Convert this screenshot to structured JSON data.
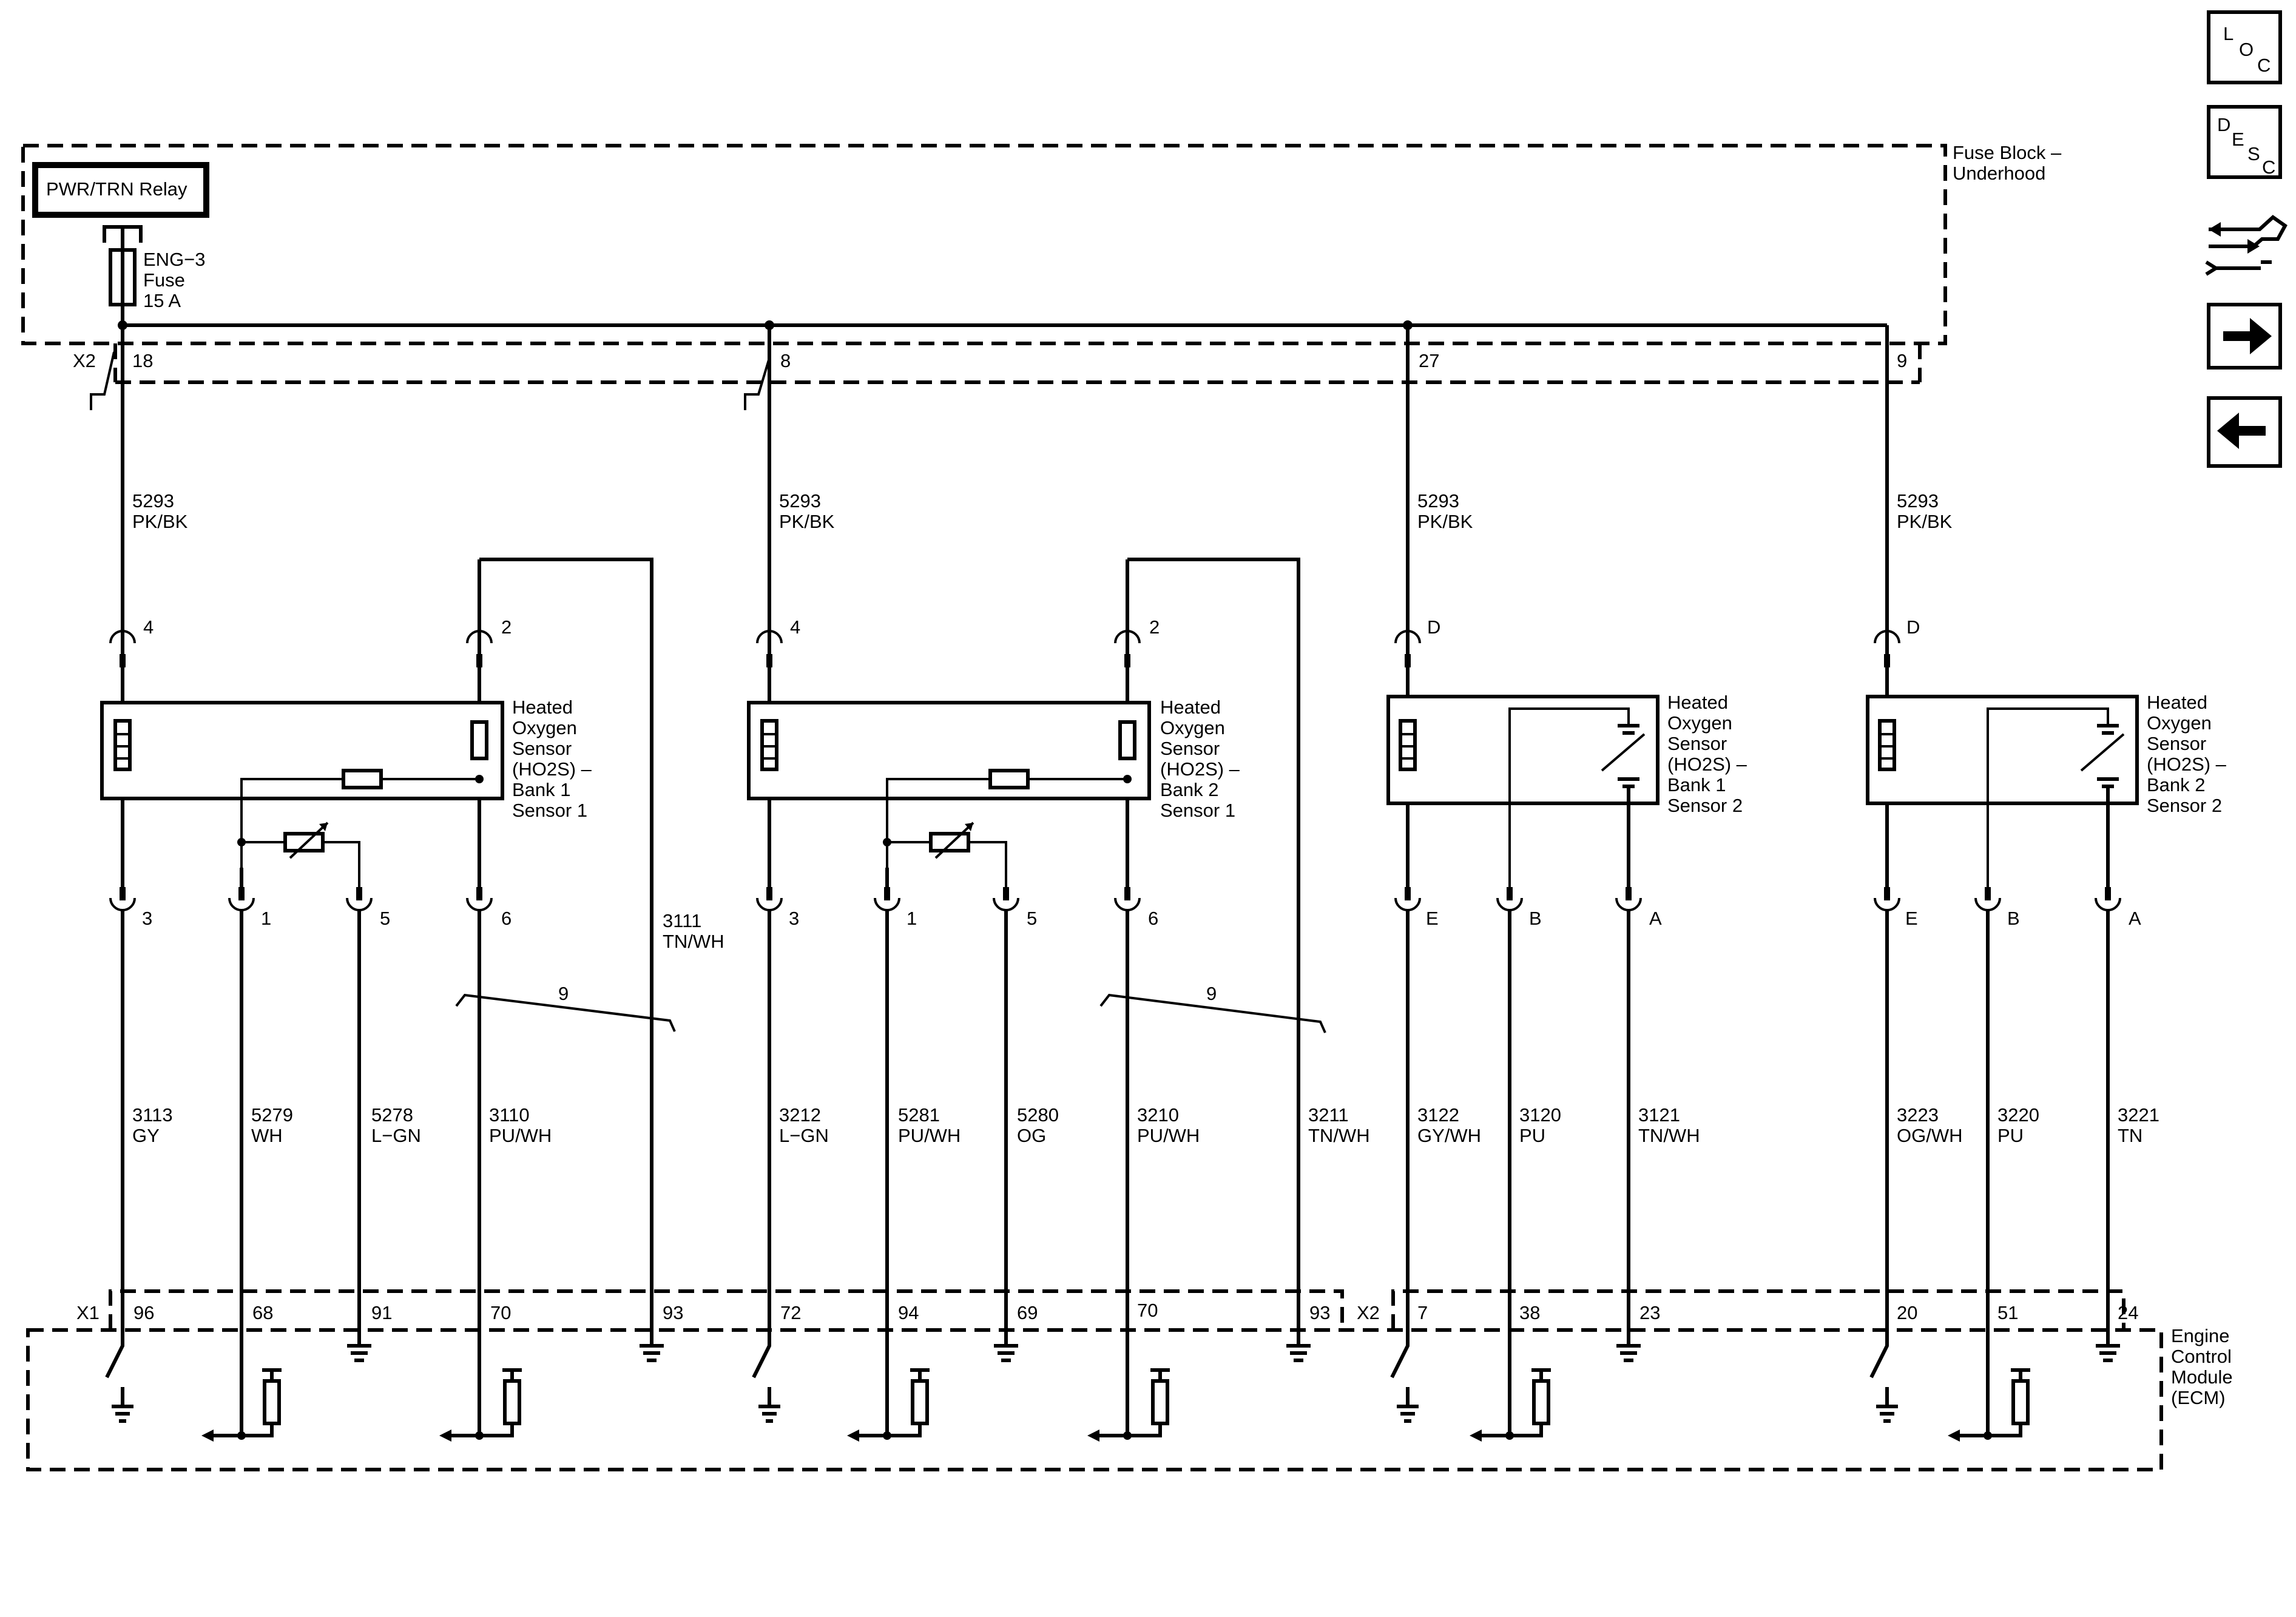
{
  "relay": {
    "label": "PWR/TRN Relay"
  },
  "fuse": {
    "name": "ENG−3",
    "type": "Fuse",
    "rating": "15 A"
  },
  "fuse_block": {
    "line1": "Fuse Block –",
    "line2": "Underhood"
  },
  "ecm": {
    "line1": "Engine",
    "line2": "Control",
    "line3": "Module",
    "line4": "(ECM)"
  },
  "connectors": {
    "top": "X2",
    "bottom_left": "X1",
    "bottom_right": "X2"
  },
  "feed_pins": [
    "18",
    "8",
    "27",
    "9"
  ],
  "feed_wire": {
    "circuit": "5293",
    "color": "PK/BK"
  },
  "sensors": [
    {
      "name_lines": [
        "Heated",
        "Oxygen",
        "Sensor",
        "(HO2S)  –",
        "Bank 1",
        "Sensor 1"
      ],
      "dash": ""
    },
    {
      "name_lines": [
        "Heated",
        "Oxygen",
        "Sensor",
        "(HO2S)  –",
        "Bank 2",
        "Sensor 1"
      ],
      "dash": ""
    },
    {
      "name_lines": [
        "Heated",
        "Oxygen",
        "Sensor",
        "(HO2S)  –",
        "Bank 1",
        "Sensor 2"
      ],
      "dash": ""
    },
    {
      "name_lines": [
        "Heated",
        "Oxygen",
        "Sensor",
        "(HO2S)  –",
        "Bank 2",
        "Sensor 2"
      ],
      "dash": ""
    }
  ],
  "sensor_pins": {
    "s1": {
      "top_a": "4",
      "top_b": "2",
      "b1": "3",
      "b2": "1",
      "b3": "5",
      "b4": "6"
    },
    "s2": {
      "top_a": "4",
      "top_b": "2",
      "b1": "3",
      "b2": "1",
      "b3": "5",
      "b4": "6"
    },
    "s3": {
      "top_a": "D",
      "b1": "E",
      "b2": "B",
      "b3": "A"
    },
    "s4": {
      "top_a": "D",
      "b1": "E",
      "b2": "B",
      "b3": "A"
    }
  },
  "twist_label": "9",
  "wires": {
    "w3113": {
      "circuit": "3113",
      "color": "GY"
    },
    "w5279": {
      "circuit": "5279",
      "color": "WH"
    },
    "w5278": {
      "circuit": "5278",
      "color": "L−GN"
    },
    "w3110": {
      "circuit": "3110",
      "color": "PU/WH"
    },
    "w3111": {
      "circuit": "3111",
      "color": "TN/WH"
    },
    "w3212": {
      "circuit": "3212",
      "color": "L−GN"
    },
    "w5281": {
      "circuit": "5281",
      "color": "PU/WH"
    },
    "w5280": {
      "circuit": "5280",
      "color": "OG"
    },
    "w3210": {
      "circuit": "3210",
      "color": "PU/WH"
    },
    "w3211": {
      "circuit": "3211",
      "color": "TN/WH"
    },
    "w3122": {
      "circuit": "3122",
      "color": "GY/WH"
    },
    "w3120": {
      "circuit": "3120",
      "color": "PU"
    },
    "w3121": {
      "circuit": "3121",
      "color": "TN/WH"
    },
    "w3223": {
      "circuit": "3223",
      "color": "OG/WH"
    },
    "w3220": {
      "circuit": "3220",
      "color": "PU"
    },
    "w3221": {
      "circuit": "3221",
      "color": "TN"
    }
  },
  "ecm_pins": {
    "p96": "96",
    "p68": "68",
    "p91": "91",
    "p70a": "70",
    "p93a": "93",
    "p72": "72",
    "p94": "94",
    "p69": "69",
    "p70b": "70",
    "p93b": "93",
    "p7": "7",
    "p38": "38",
    "p23": "23",
    "p20": "20",
    "p51": "51",
    "p24": "24"
  },
  "sidebar": {
    "loc": [
      "L",
      "O",
      "C"
    ],
    "desc": [
      "D",
      "E",
      "S",
      "C"
    ]
  }
}
